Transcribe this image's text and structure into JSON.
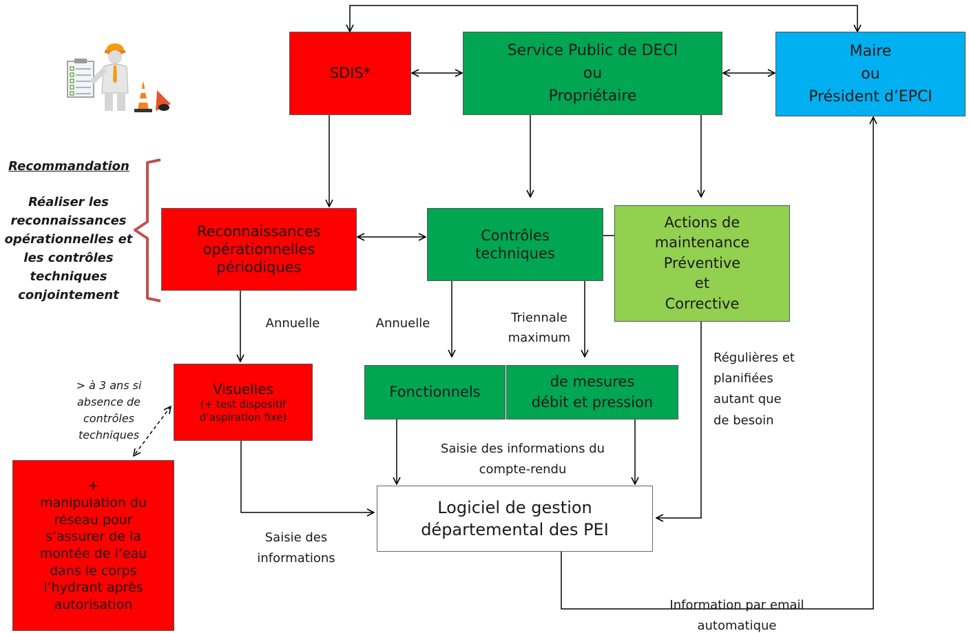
{
  "nodes": {
    "sdis": {
      "label": "SDIS*",
      "color": "#ff0000"
    },
    "service_public": {
      "lines": [
        "Service Public de DECI",
        "ou",
        "Propriétaire"
      ],
      "color": "#00a651"
    },
    "maire": {
      "lines": [
        "Maire",
        "ou",
        "Président d’EPCI"
      ],
      "color": "#00b0f0"
    },
    "reconnaissances": {
      "lines": [
        "Reconnaissances",
        "opérationnelles",
        "périodiques"
      ],
      "color": "#ff0000"
    },
    "controles": {
      "lines": [
        "Contrôles",
        "techniques"
      ],
      "color": "#00a651"
    },
    "maintenance": {
      "lines": [
        "Actions de",
        "maintenance",
        "Préventive",
        "et",
        "Corrective"
      ],
      "color": "#92d050"
    },
    "visuelles": {
      "lines": [
        "Visuelles",
        "(+ test dispositif",
        "d’aspiration fixe)"
      ],
      "color": "#ff0000"
    },
    "fonctionnels": {
      "label": "Fonctionnels",
      "color": "#00a651"
    },
    "mesures": {
      "lines": [
        "de mesures",
        "débit et pression"
      ],
      "color": "#00a651"
    },
    "logiciel": {
      "lines": [
        "Logiciel de gestion",
        "départemental des PEI"
      ],
      "color": "#ffffff"
    },
    "manipulation": {
      "lines": [
        "+",
        "manipulation du",
        "réseau pour",
        "s’assurer de la",
        "montée de l’eau",
        "dans le corps",
        "l’hydrant après",
        "autorisation"
      ],
      "color": "#ff0000"
    }
  },
  "edge_labels": {
    "annuelle_left": "Annuelle",
    "annuelle_mid": "Annuelle",
    "triennale": [
      "Triennale",
      "maximum"
    ],
    "regulieres": [
      "Régulières et",
      "planifiées",
      "autant que",
      "de besoin"
    ],
    "saisie_compte_rendu": [
      "Saisie des informations du",
      "compte-rendu"
    ],
    "saisie_informations": [
      "Saisie des",
      "informations"
    ],
    "information_email": [
      "Information par email",
      "automatique"
    ],
    "plus_3_ans": [
      "> à 3 ans si",
      "absence de",
      "contrôles",
      "techniques"
    ]
  },
  "recommendation": {
    "title": "Recommandation",
    "lines": [
      "Réaliser les",
      "reconnaissances",
      "opérationnelles et",
      "les contrôles",
      "techniques",
      "conjointement"
    ]
  },
  "illustration": {
    "icon": "worker-with-checklist-and-cones-icon"
  }
}
